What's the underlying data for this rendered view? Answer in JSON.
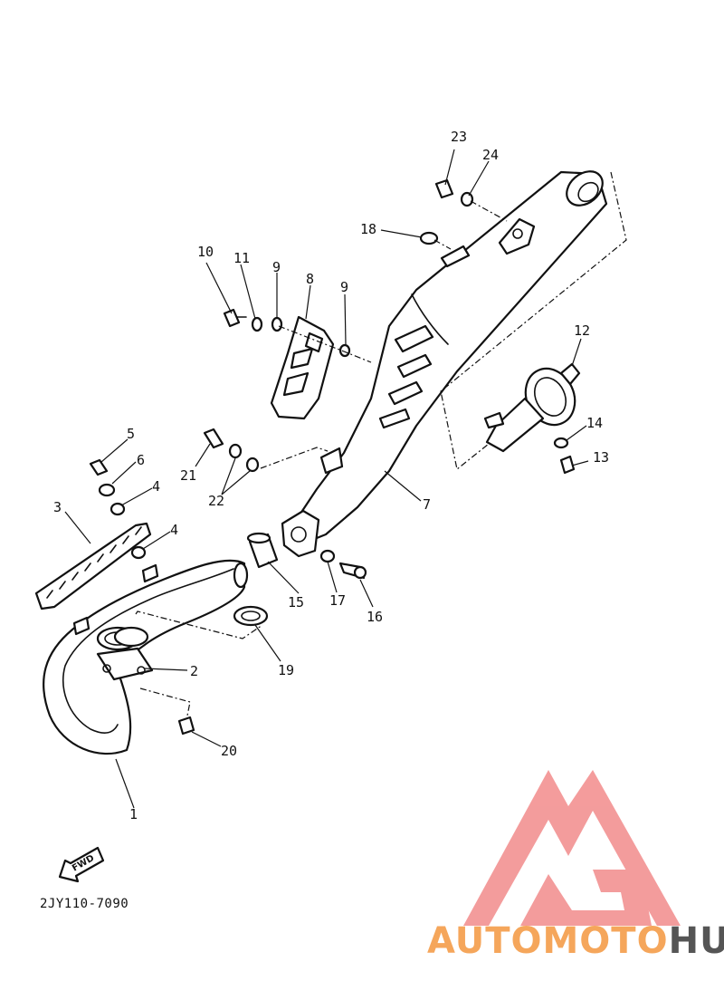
{
  "diagram": {
    "code": "2JY110-7090",
    "fwd_label": "FWD",
    "callouts": {
      "c1": "1",
      "c2": "2",
      "c3": "3",
      "c4a": "4",
      "c4b": "4",
      "c5": "5",
      "c6": "6",
      "c7": "7",
      "c8": "8",
      "c9a": "9",
      "c9b": "9",
      "c10": "10",
      "c11": "11",
      "c12": "12",
      "c13": "13",
      "c14": "14",
      "c15": "15",
      "c16": "16",
      "c17": "17",
      "c18": "18",
      "c19": "19",
      "c20": "20",
      "c21": "21",
      "c22": "22",
      "c23": "23",
      "c24": "24"
    }
  },
  "watermark": {
    "brand_part1": "AUTOMOTO",
    "brand_part2": "HUB",
    "color_primary": "#f06b6b",
    "color_accent": "#f5c16b",
    "color_dark": "#3a3a3a"
  }
}
